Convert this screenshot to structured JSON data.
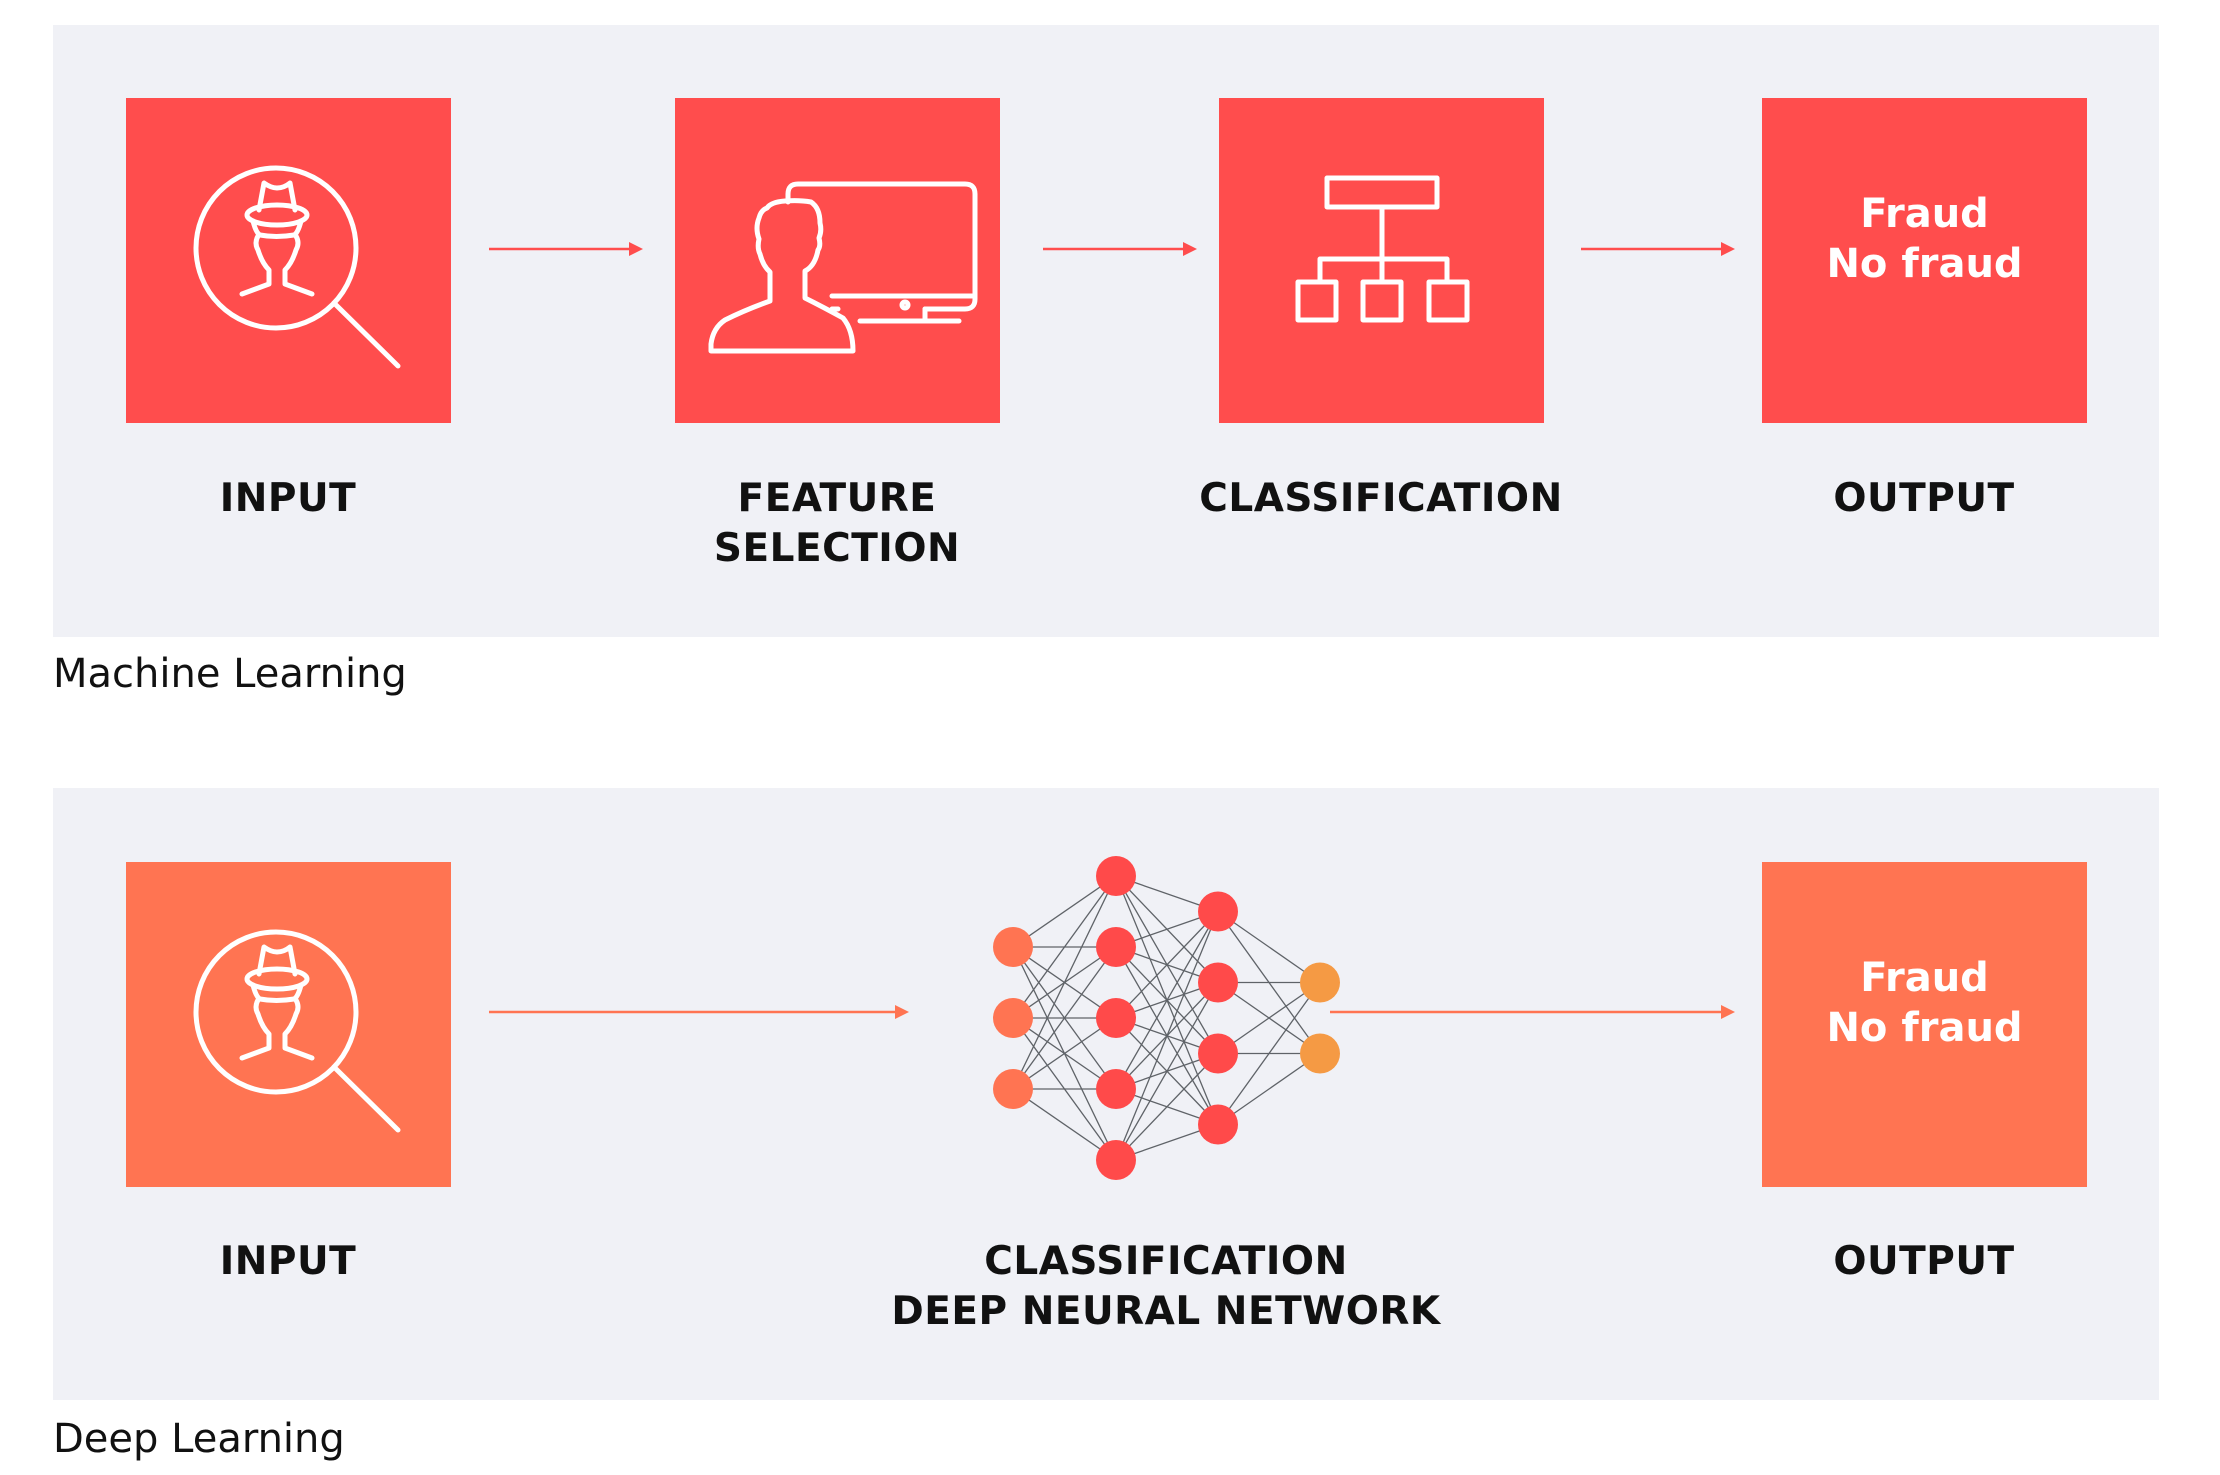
{
  "colors": {
    "panel_bg": "#f0f1f6",
    "ml_accent": "#ff4d4d",
    "dl_accent": "#ff7452",
    "dl_input_node": "#ff7452",
    "dl_hidden_node": "#ff4a4a",
    "dl_output_node": "#f59a44",
    "edge": "#5f6368"
  },
  "machine_learning": {
    "caption": "Machine Learning",
    "steps": [
      {
        "icon": "detective-search-icon",
        "label": "INPUT"
      },
      {
        "icon": "person-computer-icon",
        "label": "FEATURE\nSELECTION"
      },
      {
        "icon": "hierarchy-icon",
        "label": "CLASSIFICATION"
      },
      {
        "icon": null,
        "box_text": "Fraud\nNo fraud",
        "label": "OUTPUT"
      }
    ]
  },
  "deep_learning": {
    "caption": "Deep Learning",
    "steps": [
      {
        "icon": "detective-search-icon",
        "label": "INPUT"
      },
      {
        "icon": "neural-network-icon",
        "label": "CLASSIFICATION\nDEEP NEURAL NETWORK"
      },
      {
        "icon": null,
        "box_text": "Fraud\nNo fraud",
        "label": "OUTPUT"
      }
    ],
    "network_layers": [
      3,
      5,
      4,
      2
    ]
  }
}
